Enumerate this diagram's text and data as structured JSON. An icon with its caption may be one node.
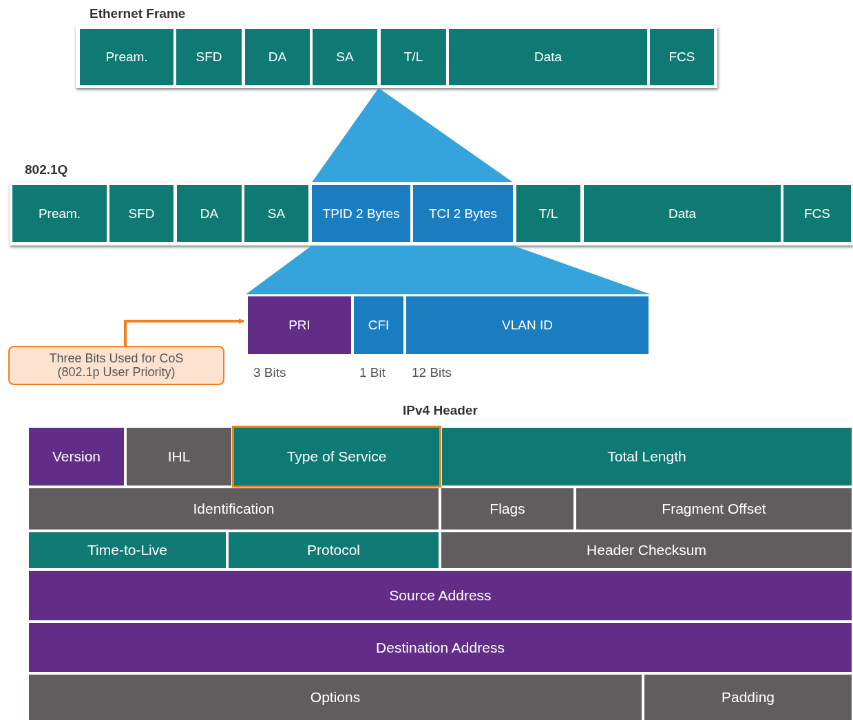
{
  "diagram": {
    "nodes": [
      {
        "text": [
          "Ethernet Frame"
        ]
      },
      {
        "text": [
          "Pream."
        ],
        "in": 0
      },
      {
        "text": [
          "SFD"
        ],
        "in": 0
      },
      {
        "text": [
          "DA"
        ],
        "in": 0
      },
      {
        "text": [
          "SA"
        ],
        "in": 0
      },
      {
        "text": [
          "T/L"
        ],
        "in": 0
      },
      {
        "text": [
          "Data"
        ],
        "in": 0
      },
      {
        "text": [
          "FCS"
        ],
        "in": 0
      },
      {
        "text": [
          "802.1Q"
        ]
      },
      {
        "text": [
          "Pream."
        ],
        "in": 8
      },
      {
        "text": [
          "SFD"
        ],
        "in": 8
      },
      {
        "text": [
          "DA"
        ],
        "in": 8
      },
      {
        "text": [
          "SA"
        ],
        "in": 8
      },
      {
        "text": [
          "TPID 2 Bytes"
        ],
        "in": 8
      },
      {
        "text": [
          "TCI 2 Bytes"
        ],
        "in": 8
      },
      {
        "text": [
          "T/L"
        ],
        "in": 8
      },
      {
        "text": [
          "Data"
        ],
        "in": 8
      },
      {
        "text": [
          "FCS"
        ],
        "in": 8
      },
      {
        "text": [
          "PRI"
        ],
        "beside": [
          "3 Bits"
        ]
      },
      {
        "text": [
          "CFI"
        ],
        "beside": [
          "1 Bit"
        ]
      },
      {
        "text": [
          "VLAN ID"
        ],
        "beside": [
          "12 Bits"
        ]
      },
      {
        "text": [
          "Three Bits Used for CoS (802.1p User Priority)"
        ]
      },
      {
        "text": [
          "IPv4 Header"
        ]
      },
      {
        "text": [
          "Version"
        ],
        "in": 22
      },
      {
        "text": [
          "IHL"
        ],
        "in": 22
      },
      {
        "text": [
          "Type of Service"
        ],
        "in": 22
      },
      {
        "text": [
          "Total Length"
        ],
        "in": 22
      },
      {
        "text": [
          "Identification"
        ],
        "in": 22
      },
      {
        "text": [
          "Flags"
        ],
        "in": 22
      },
      {
        "text": [
          "Fragment Offset"
        ],
        "in": 22
      },
      {
        "text": [
          "Time-to-Live"
        ],
        "in": 22
      },
      {
        "text": [
          "Protocol"
        ],
        "in": 22
      },
      {
        "text": [
          "Header Checksum"
        ],
        "in": 22
      },
      {
        "text": [
          "Source Address"
        ],
        "in": 22
      },
      {
        "text": [
          "Destination Address"
        ],
        "in": 22
      },
      {
        "text": [
          "Options"
        ],
        "in": 22
      },
      {
        "text": [
          "Padding"
        ],
        "in": 22
      },
      {
        "text": [],
        "shape": "triangle"
      },
      {
        "text": [],
        "shape": "trapezoid"
      }
    ],
    "edges": [
      {
        "from": 21,
        "to": 18,
        "arrow": "to",
        "color": "#f07f1e"
      }
    ]
  }
}
